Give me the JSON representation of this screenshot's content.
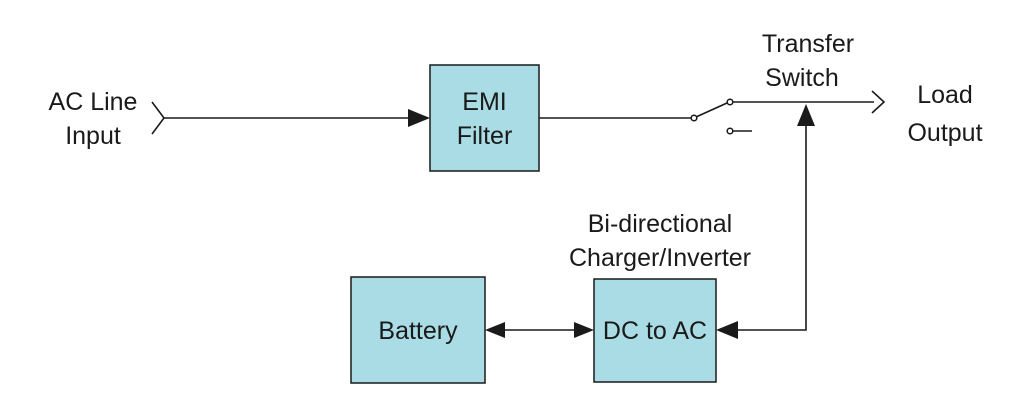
{
  "diagram": {
    "ac_line_input": {
      "line1": "AC Line",
      "line2": "Input"
    },
    "emi_filter": {
      "line1": "EMI",
      "line2": "Filter"
    },
    "transfer_switch": {
      "line1": "Transfer",
      "line2": "Switch"
    },
    "load_output": {
      "line1": "Load",
      "line2": "Output"
    },
    "charger_inverter": {
      "line1": "Bi-directional",
      "line2": "Charger/Inverter"
    },
    "battery": {
      "label": "Battery"
    },
    "dc_to_ac": {
      "label": "DC to AC"
    },
    "colors": {
      "block_fill": "#a9dce4",
      "line": "#1a1a1a"
    }
  }
}
